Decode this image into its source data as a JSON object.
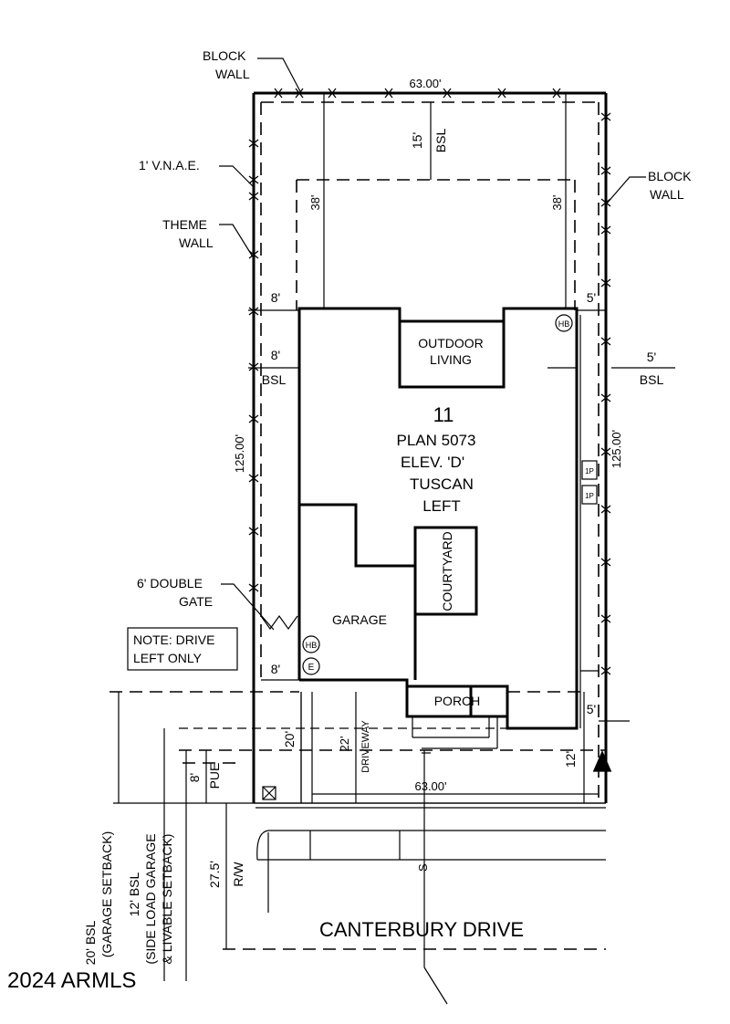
{
  "labels": {
    "block_wall_top_l1": "BLOCK",
    "block_wall_top_l2": "WALL",
    "block_wall_right_l1": "BLOCK",
    "block_wall_right_l2": "WALL",
    "vnae": "1' V.N.A.E.",
    "theme_l1": "THEME",
    "theme_l2": "WALL",
    "double_gate_l1": "6' DOUBLE",
    "double_gate_l2": "GATE",
    "note_l1": "NOTE: DRIVE",
    "note_l2": "LEFT ONLY",
    "outdoor_l1": "OUTDOOR",
    "outdoor_l2": "LIVING",
    "lot_number": "11",
    "plan": "PLAN 5073",
    "elev": "ELEV. 'D'",
    "style": "TUSCAN",
    "orientation": "LEFT",
    "courtyard": "COURTYARD",
    "garage": "GARAGE",
    "porch": "PORCH",
    "driveway": "DRIVEWAY",
    "hb": "HB",
    "e": "E",
    "street": "CANTERBURY DRIVE",
    "rw": "R/W",
    "pue": "PUE",
    "bsl": "BSL",
    "sewer": "S",
    "bsl20_l1": "20' BSL",
    "bsl20_l2": "(GARAGE SETBACK)",
    "bsl12_l1": "12' BSL",
    "bsl12_l2": "(SIDE LOAD GARAGE",
    "bsl12_l3": "& LIVABLE SETBACK)",
    "watermark": "2024 ARMLS",
    "box1": "1P",
    "box2": "1P"
  },
  "dimensions": {
    "top_width": "63.00'",
    "bottom_width": "63.00'",
    "left_depth": "125.00'",
    "right_depth": "125.00'",
    "rear_setback": "15'",
    "rear_left": "38'",
    "rear_right": "38'",
    "side_left_a": "8'",
    "side_left_b": "8'",
    "side_left_c": "8'",
    "side_right_a": "5'",
    "side_right_b": "5'",
    "side_right_c": "5'",
    "front_20": "20'",
    "front_22": "22'",
    "front_8": "8'",
    "front_12": "12'",
    "row": "27.5'"
  }
}
